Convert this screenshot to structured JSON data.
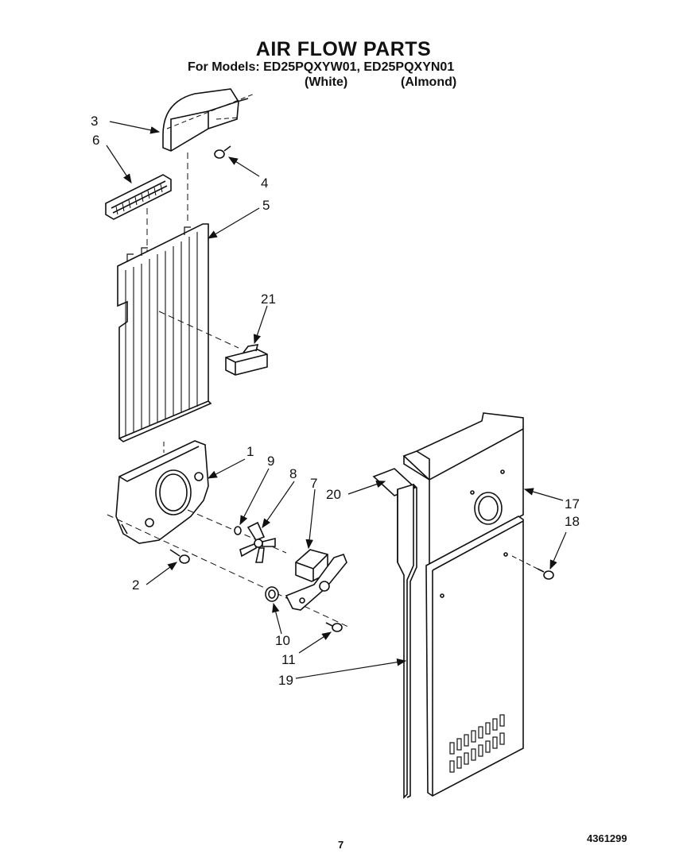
{
  "header": {
    "title": "AIR FLOW PARTS",
    "models_line": "For Models:  ED25PQXYW01, ED25PQXYN01",
    "variant_white": "(White)",
    "variant_almond": "(Almond)"
  },
  "callouts": [
    "3",
    "6",
    "4",
    "5",
    "21",
    "1",
    "9",
    "8",
    "7",
    "20",
    "17",
    "18",
    "2",
    "10",
    "11",
    "19"
  ],
  "footer": {
    "page_number": "7",
    "document_number": "4361299"
  }
}
